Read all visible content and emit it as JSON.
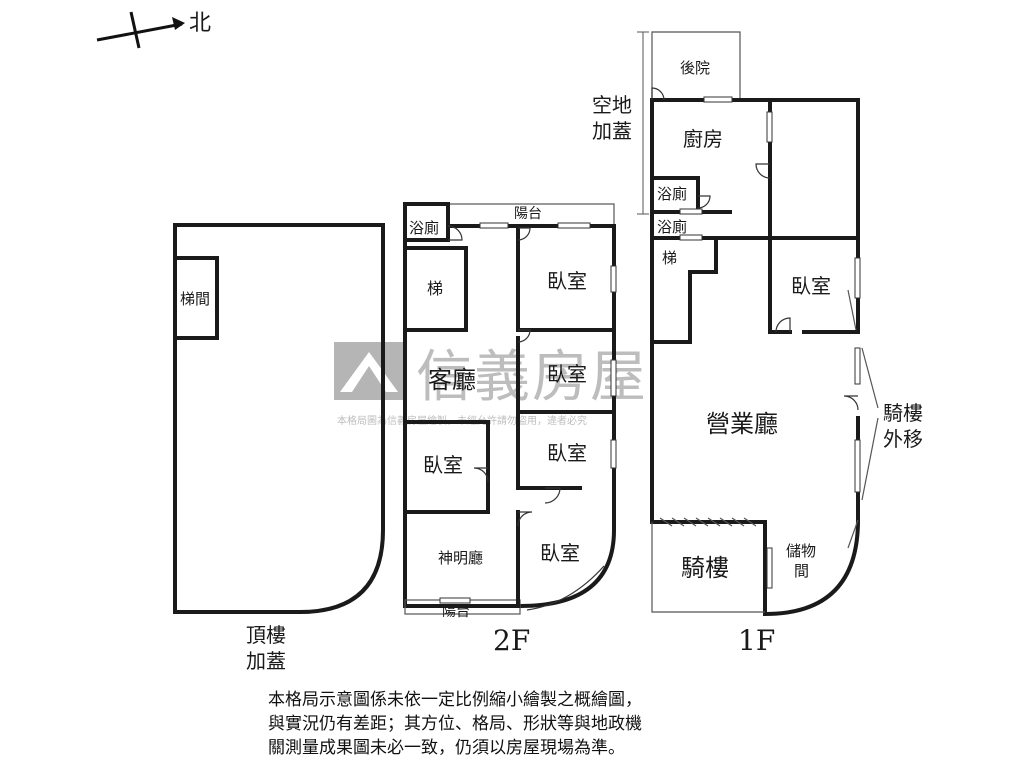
{
  "compass": {
    "label": "北"
  },
  "floors": {
    "roof": {
      "caption_line1": "頂樓",
      "caption_line2": "加蓋",
      "rooms": {
        "stair": "梯間"
      }
    },
    "second": {
      "caption": "2F",
      "rooms": {
        "bath": "浴廁",
        "balcony_top": "陽台",
        "stair": "梯",
        "bedroom_1": "臥室",
        "living": "客廳",
        "bedroom_2": "臥室",
        "bedroom_3": "臥室",
        "bedroom_4": "臥室",
        "shrine": "神明廳",
        "bedroom_5": "臥室",
        "balcony_bottom": "陽台"
      }
    },
    "first": {
      "caption": "1F",
      "annex_line1": "空地",
      "annex_line2": "加蓋",
      "arcade_shift_line1": "騎樓",
      "arcade_shift_line2": "外移",
      "rooms": {
        "backyard": "後院",
        "kitchen": "廚房",
        "bath_1": "浴廁",
        "bath_2": "浴廁",
        "stair": "梯",
        "bedroom": "臥室",
        "business_hall": "營業廳",
        "arcade": "騎樓",
        "storage_line1": "儲物",
        "storage_line2": "間"
      }
    }
  },
  "watermark": {
    "brand": "信義房屋",
    "notice": "本格局圖為信義房屋繪製，未經允許請勿盜用，違者必究"
  },
  "disclaimer": {
    "line1": "本格局示意圖係未依一定比例縮小繪製之概繪圖，",
    "line2": "與實況仍有差距；其方位、格局、形狀等與地政機",
    "line3": "關測量成果圖未必一致，仍須以房屋現場為準。"
  }
}
